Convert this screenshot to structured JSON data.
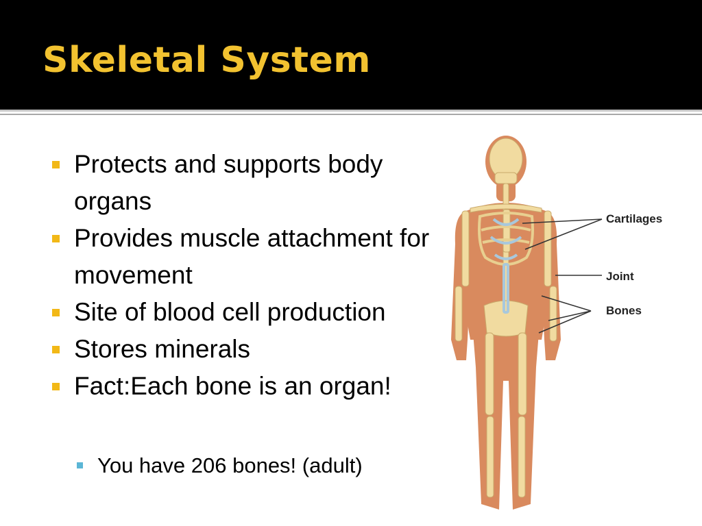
{
  "slide": {
    "title": "Skeletal System",
    "bullets": [
      "Protects and supports body organs",
      "Provides muscle attachment for movement",
      "Site of blood cell production",
      "Stores minerals",
      "Fact:Each bone is an organ!"
    ],
    "sub_bullets": [
      "You have 206 bones! (adult)"
    ]
  },
  "figure": {
    "labels": {
      "cartilages": "Cartilages",
      "joint": "Joint",
      "bones": "Bones"
    }
  },
  "colors": {
    "title": "#f2c230",
    "title_band": "#000000",
    "bullet_marker": "#f2b817",
    "sub_bullet_marker": "#5bb6d6",
    "skin": "#d98a5e",
    "bone": "#f1dba0",
    "cartilage": "#a8c8dc"
  }
}
